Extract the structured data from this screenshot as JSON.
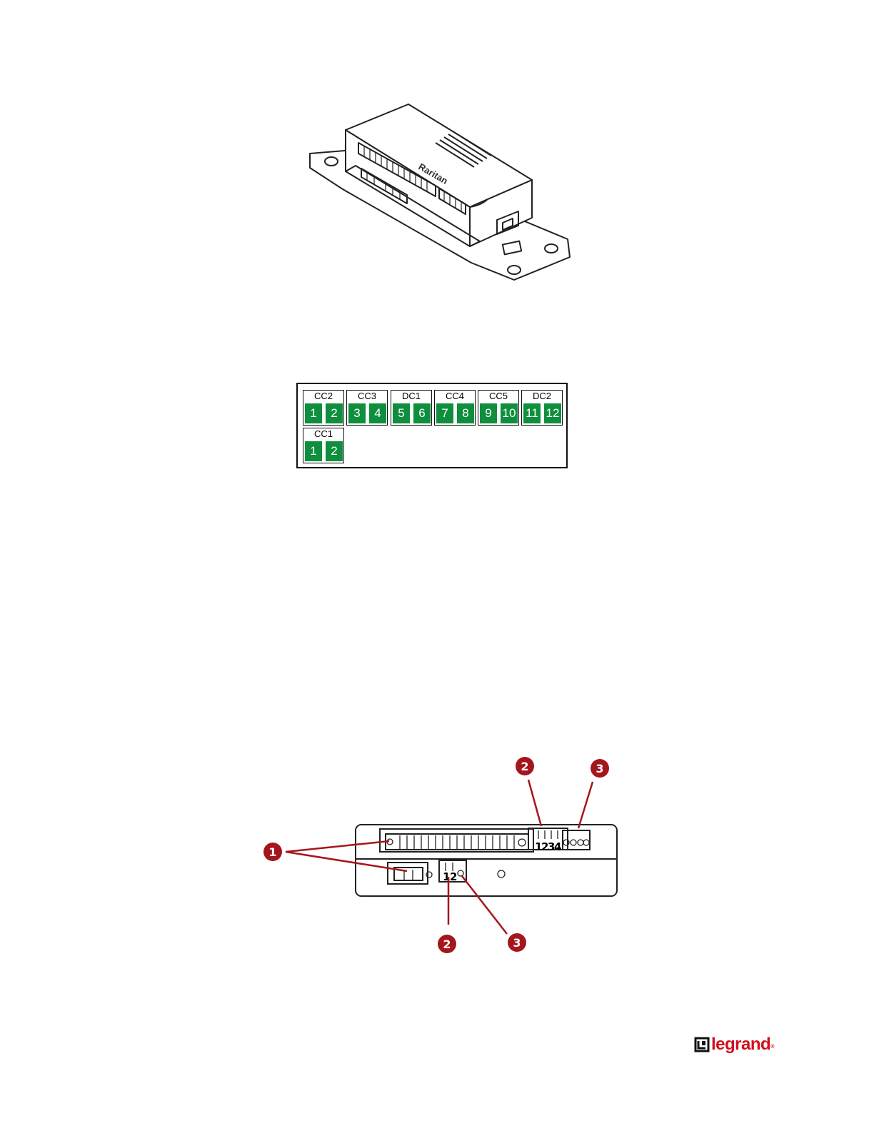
{
  "device_figure": {
    "brand_mark": "Raritan"
  },
  "terminal_map": {
    "groups": [
      {
        "label": "CC2",
        "pins": [
          "1",
          "2"
        ]
      },
      {
        "label": "CC3",
        "pins": [
          "3",
          "4"
        ]
      },
      {
        "label": "DC1",
        "pins": [
          "5",
          "6"
        ]
      },
      {
        "label": "CC4",
        "pins": [
          "7",
          "8"
        ]
      },
      {
        "label": "CC5",
        "pins": [
          "9",
          "10"
        ]
      },
      {
        "label": "DC2",
        "pins": [
          "11",
          "12"
        ]
      },
      {
        "label": "CC1",
        "pins": [
          "1",
          "2"
        ]
      }
    ],
    "pin_color": "#0f8f3d"
  },
  "front_view": {
    "callouts": [
      "1",
      "2",
      "3",
      "2",
      "3"
    ],
    "dip_labels_upper": [
      "1",
      "2",
      "3",
      "4"
    ],
    "dip_labels_lower": [
      "1",
      "2"
    ],
    "callout_color": "#a5161c"
  },
  "footer": {
    "logo_text": "legrand",
    "logo_tm": "®",
    "logo_color": "#d20f1c"
  }
}
